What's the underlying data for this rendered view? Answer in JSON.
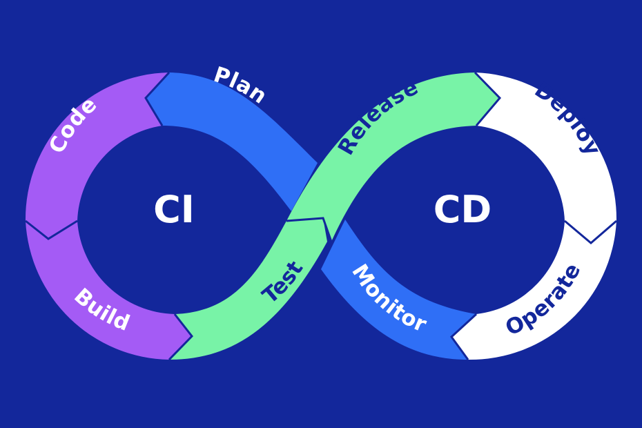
{
  "background_color": "#13279b",
  "loops": {
    "left": "CI",
    "right": "CD"
  },
  "stages": [
    {
      "id": "plan",
      "label": "Plan",
      "color": "#2f6ff6",
      "text_color": "#ffffff"
    },
    {
      "id": "code",
      "label": "Code",
      "color": "#a45bf5",
      "text_color": "#ffffff"
    },
    {
      "id": "build",
      "label": "Build",
      "color": "#a45bf5",
      "text_color": "#ffffff"
    },
    {
      "id": "test",
      "label": "Test",
      "color": "#78f3a7",
      "text_color": "#13279b"
    },
    {
      "id": "release",
      "label": "Release",
      "color": "#78f3a7",
      "text_color": "#13279b"
    },
    {
      "id": "deploy",
      "label": "Deploy",
      "color": "#ffffff",
      "text_color": "#13279b"
    },
    {
      "id": "operate",
      "label": "Operate",
      "color": "#ffffff",
      "text_color": "#13279b"
    },
    {
      "id": "monitor",
      "label": "Monitor",
      "color": "#2f6ff6",
      "text_color": "#ffffff"
    }
  ]
}
